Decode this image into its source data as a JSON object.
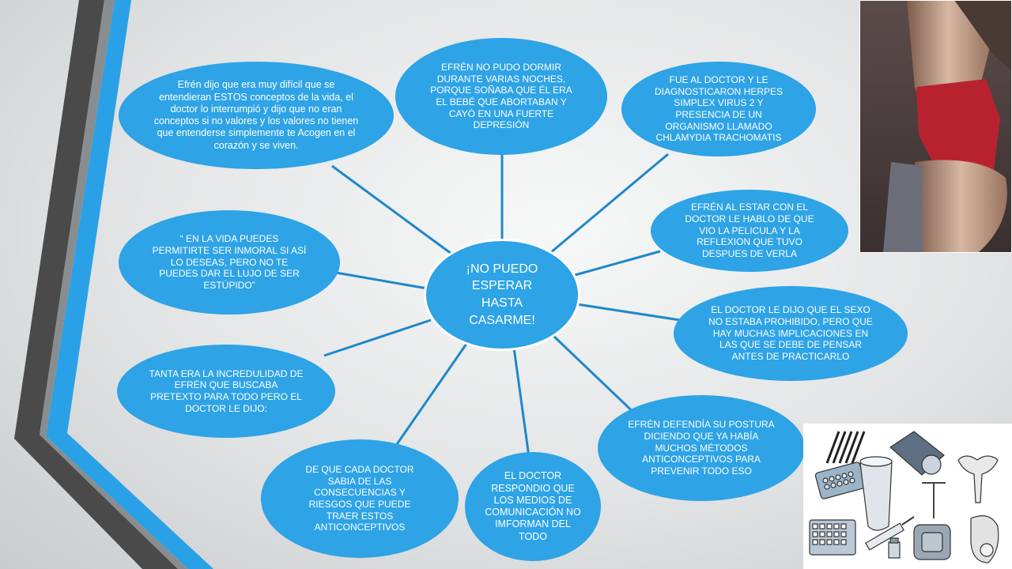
{
  "title": "¡NO PUEDO ESPERAR HASTA CASARME!",
  "colors": {
    "bubble": "#2ea3e6",
    "stripe_dark": "#4a4a4a",
    "stripe_blue": "#2aa1e6"
  },
  "bubbles": {
    "top_left": "Efrén dijo que era muy difícil que se entendieran ESTOS conceptos de la vida, el doctor lo interrumpió y dijo que no eran conceptos si no valores y los valores no tienen que entenderse simplemente te Acogen en el corazón y se viven.",
    "top_center": "EFRÉN NO PUDO DORMIR DURANTE VARIAS NOCHES, PORQUE SOÑABA QUE ÉL ERA EL BEBÉ QUE ABORTABAN Y CAYÓ EN UNA FUERTE DEPRESIÓN",
    "top_right": "FUE AL DOCTOR Y LE DIAGNOSTICARON HERPES SIMPLEX VIRUS 2 Y PRESENCIA DE UN ORGANISMO LLAMADO CHLAMYDIA TRACHOMATIS",
    "right_upper": "EFRÉN AL ESTAR CON EL DOCTOR LE HABLO DE QUE VIO LA PELICULA Y LA REFLEXION QUE TUVO DESPUES DE VERLA",
    "right_middle": "EL DOCTOR LE DIJO QUE EL SEXO NO ESTABA PROHIBIDO, PERO QUE HAY MUCHAS IMPLICACIONES EN LAS QUE SE DEBE DE PENSAR ANTES DE PRACTICARLO",
    "right_lower": "EFRÉN DEFENDÍA SU POSTURA DICIENDO QUE YA HABÍA MUCHOS MÉTODOS ANTICONCEPTIVOS PARA PREVENIR TODO ESO",
    "bottom_center": "EL DOCTOR RESPONDIO QUE LOS MEDIOS DE COMUNICACIÓN NO IMFORMAN DEL TODO",
    "bottom_left": "DE QUE CADA DOCTOR SABIA DE LAS CONSECUENCIAS Y RIESGOS QUE PUEDE TRAER ESTOS ANTICONCEPTIVOS",
    "left_lower": "TANTA ERA LA INCREDULIDAD DE EFRÉN QUE BUSCABA PRETEXTO PARA TODO PERO EL DOCTOR LE DIJO:",
    "left_upper": "“ EN LA VIDA PUEDES PERMITIRTE SER INMORAL SI ASÍ LO DESEAS, PERO NO TE PUEDES DAR EL LUJO DE SER ESTÚPIDO”"
  },
  "images": [
    "pregnant-belly-photo",
    "contraceptives-illustration"
  ]
}
